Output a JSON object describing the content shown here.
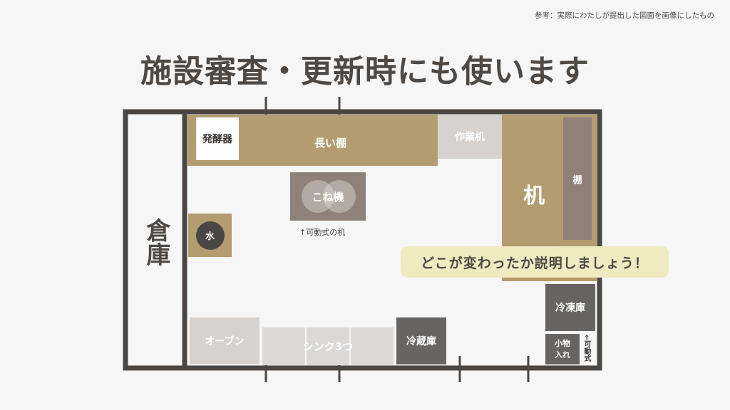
{
  "note": "参考：実際にわたしが提出した図面を画像にしたもの",
  "title": "施設審査・更新時にも使います",
  "rooms": {
    "storage": "倉庫"
  },
  "fixtures": {
    "fermenter": "発酵器",
    "long_shelf": "長い棚",
    "work_desk": "作業机",
    "desk": "机",
    "shelf": "棚",
    "mixer": "こね機",
    "movable_desk_label": "↑可動式の机",
    "water": "水",
    "oven": "オーブン",
    "sink": "シンク3つ",
    "fridge": "冷蔵庫",
    "freezer": "冷凍庫",
    "small_items": "小物入れ",
    "movable_side": "←可動式"
  },
  "callout": "どこが変わったか説明しましょう！",
  "colors": {
    "wall": "#4a4644",
    "brown": "#b39c6f",
    "dark": "#676563",
    "callout_bg": "#efeac0"
  }
}
